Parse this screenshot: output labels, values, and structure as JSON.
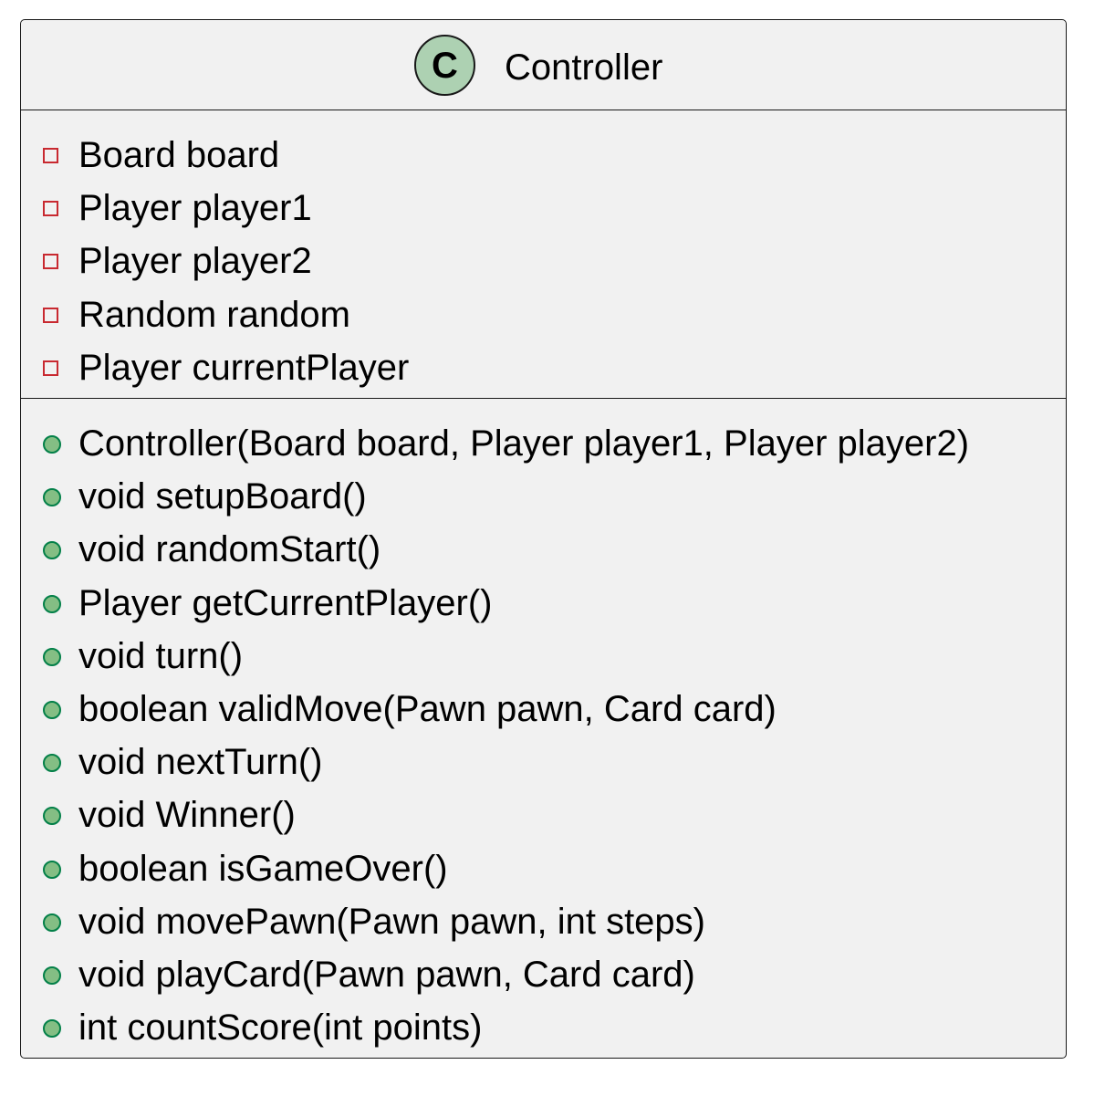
{
  "class": {
    "stereotype_letter": "C",
    "name": "Controller",
    "stereotype_color": "#ADD1B2",
    "fields": [
      {
        "visibility": "private",
        "text": "Board board"
      },
      {
        "visibility": "private",
        "text": "Player player1"
      },
      {
        "visibility": "private",
        "text": "Player player2"
      },
      {
        "visibility": "private",
        "text": "Random random"
      },
      {
        "visibility": "private",
        "text": "Player currentPlayer"
      }
    ],
    "methods": [
      {
        "visibility": "public",
        "text": "Controller(Board board, Player player1, Player player2)"
      },
      {
        "visibility": "public",
        "text": "void setupBoard()"
      },
      {
        "visibility": "public",
        "text": "void randomStart()"
      },
      {
        "visibility": "public",
        "text": "Player getCurrentPlayer()"
      },
      {
        "visibility": "public",
        "text": "void turn()"
      },
      {
        "visibility": "public",
        "text": "boolean validMove(Pawn pawn, Card card)"
      },
      {
        "visibility": "public",
        "text": "void nextTurn()"
      },
      {
        "visibility": "public",
        "text": "void Winner()"
      },
      {
        "visibility": "public",
        "text": "boolean isGameOver()"
      },
      {
        "visibility": "public",
        "text": "void movePawn(Pawn pawn, int steps)"
      },
      {
        "visibility": "public",
        "text": "void playCard(Pawn pawn, Card card)"
      },
      {
        "visibility": "public",
        "text": "int countScore(int points)"
      }
    ]
  },
  "colors": {
    "box_fill": "#F1F1F1",
    "border": "#181818",
    "private_marker": "#C82930",
    "public_marker_fill": "#84BE84",
    "public_marker_border": "#038048"
  }
}
